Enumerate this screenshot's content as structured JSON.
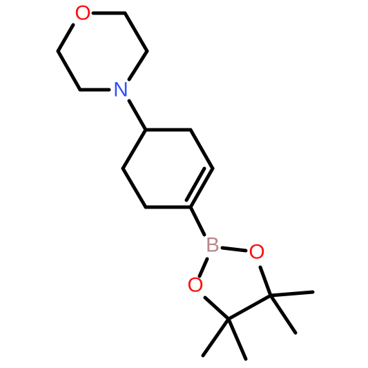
{
  "molecule": {
    "atoms": {
      "O_morph": {
        "label": "O",
        "color": "#ff0d0d"
      },
      "N": {
        "label": "N",
        "color": "#3050f8"
      },
      "B": {
        "label": "B",
        "color": "#b5888a"
      },
      "O_ring_right": {
        "label": "O",
        "color": "#ff0d0d"
      },
      "O_ring_left": {
        "label": "O",
        "color": "#ff0d0d"
      }
    },
    "bond_color": "#000000"
  }
}
